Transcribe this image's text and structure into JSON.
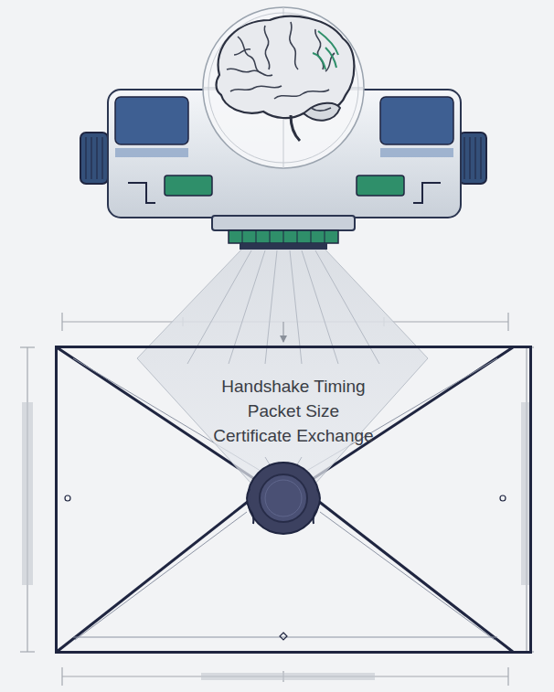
{
  "diagram": {
    "nodes": [
      {
        "text": [
          "Handshake Timing",
          "Packet Size",
          "Certificate Exchange"
        ]
      }
    ]
  }
}
